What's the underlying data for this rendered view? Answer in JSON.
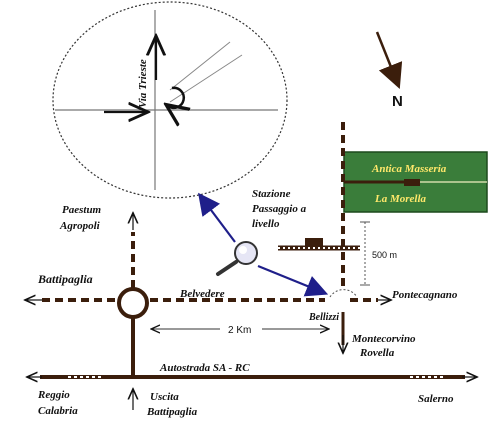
{
  "labels": {
    "via": "Via Trieste",
    "north": "N",
    "paestum": "Paestum",
    "agropoli": "Agropoli",
    "stazione": "Stazione",
    "passaggio": "Passaggio a",
    "livello": "livello",
    "battipaglia": "Battipaglia",
    "belvedere": "Belvedere",
    "bellizzi": "Bellizzi",
    "pontecagnano": "Pontecagnano",
    "distance_2km": "2 Km",
    "distance_500m": "500 m",
    "montecorvino": "Montecorvino",
    "rovella": "Rovella",
    "autostrada": "Autostrada SA - RC",
    "reggio": "Reggio",
    "calabria": "Calabria",
    "uscita": "Uscita",
    "battipaglia_exit": "Battipaglia",
    "salerno": "Salerno",
    "farm_line1": "Antica Masseria",
    "farm_line2": "La Morella"
  },
  "colors": {
    "road": "#3b1e0c",
    "farm_box": "#3a7d3a",
    "farm_text": "#ffe86b",
    "pointer_arrow": "#1f1f8a",
    "north_arrow": "#3b1e0c"
  },
  "icons": {
    "magnifier": "magnifier-icon",
    "north": "north-arrow-icon"
  }
}
